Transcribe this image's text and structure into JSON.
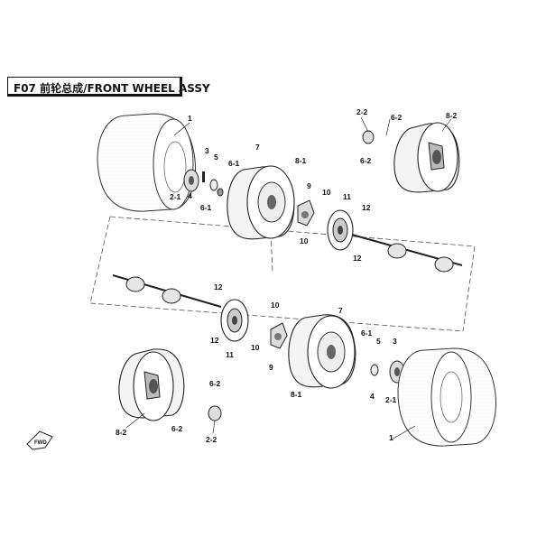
{
  "title": "F07 前轮总成/FRONT WHEEL ASSY",
  "direction_badge": "FWD",
  "part_labels": {
    "p1_top": "1",
    "p1_bottom": "1",
    "p2_1_top": "2-1",
    "p2_1_bottom": "2-1",
    "p2_2_top": "2-2",
    "p2_2_bottom": "2-2",
    "p3_top": "3",
    "p3_bottom": "3",
    "p4_top": "4",
    "p4_bottom": "4",
    "p5_top": "5",
    "p5_bottom": "5",
    "p6_1_top_a": "6-1",
    "p6_1_top_b": "6-1",
    "p6_1_bottom": "6-1",
    "p6_2_top_a": "6-2",
    "p6_2_top_b": "6-2",
    "p6_2_bottom_a": "6-2",
    "p6_2_bottom_b": "6-2",
    "p7_top": "7",
    "p7_bottom": "7",
    "p8_1_top": "8-1",
    "p8_1_bottom": "8-1",
    "p8_2_top": "8-2",
    "p8_2_bottom": "8-2",
    "p9_top": "9",
    "p9_bottom": "9",
    "p10_top_a": "10",
    "p10_top_b": "10",
    "p10_bottom_a": "10",
    "p10_bottom_b": "10",
    "p11_top": "11",
    "p11_bottom": "11",
    "p12_top_a": "12",
    "p12_top_b": "12",
    "p12_bottom_a": "12",
    "p12_bottom_b": "12"
  }
}
